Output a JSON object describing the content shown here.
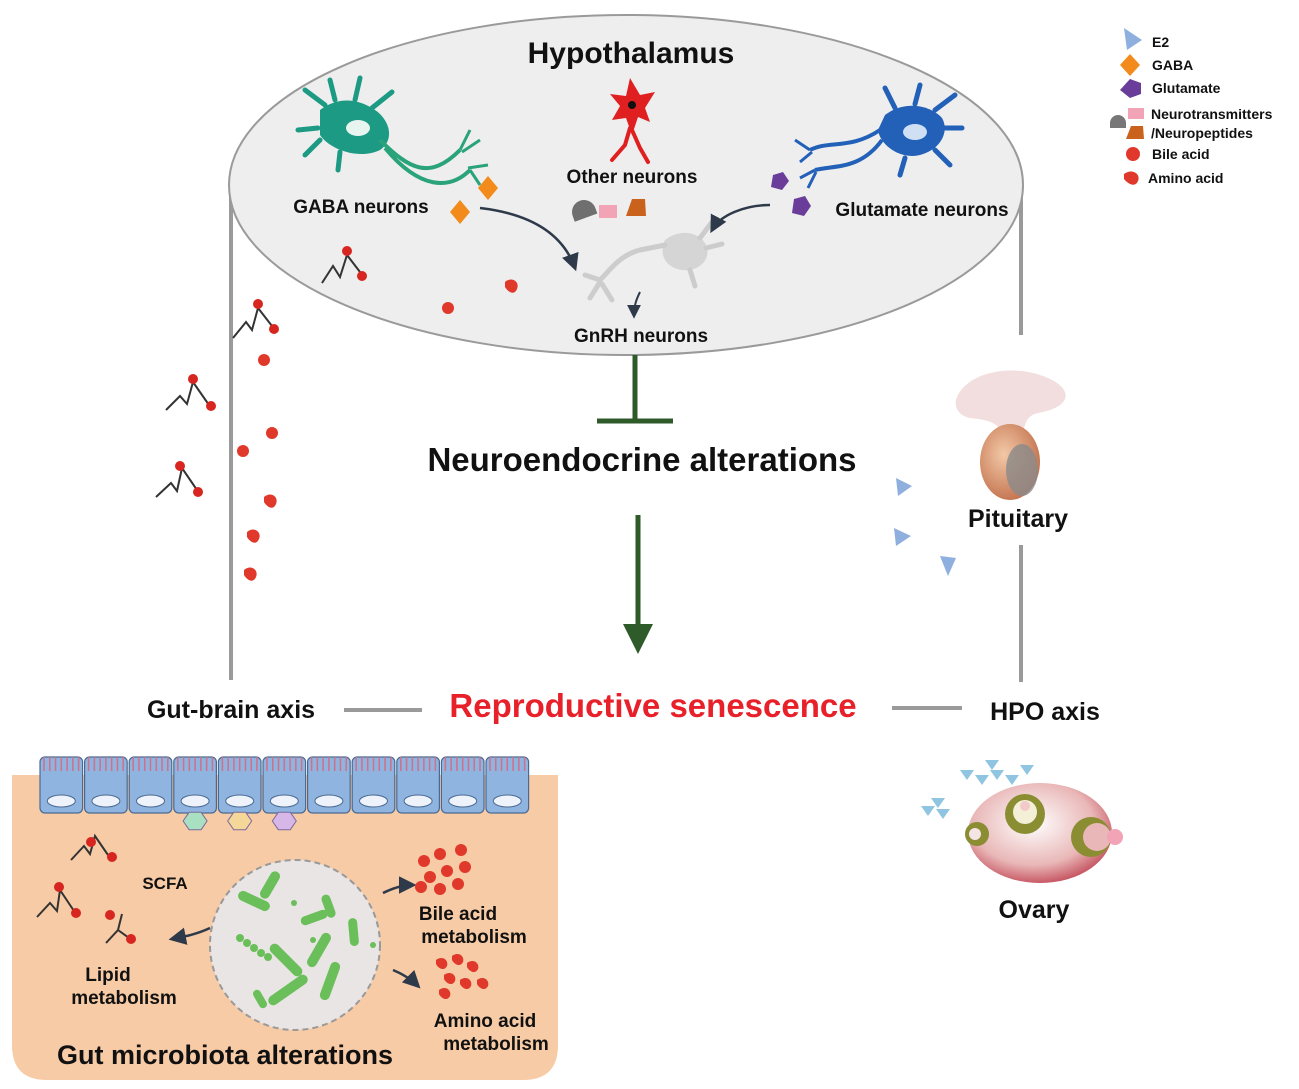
{
  "legend": {
    "items": [
      {
        "label": "E2",
        "icon": "triangle-icon",
        "color": "#8fb0df"
      },
      {
        "label": "GABA",
        "icon": "diamond-icon",
        "color": "#f28a1c"
      },
      {
        "label": "Glutamate",
        "icon": "pentagon-icon",
        "color": "#6a3d9a"
      },
      {
        "label": "Neurotransmitters",
        "icon": "semicircle-icon",
        "color": "#777777"
      },
      {
        "label": "/Neuropeptides",
        "icon": "trapezoid-icon",
        "color": "#c8621c"
      },
      {
        "label": "Bile acid",
        "icon": "dot-icon",
        "color": "#e0392b"
      },
      {
        "label": "Amino acid",
        "icon": "kidney-icon",
        "color": "#e0392b"
      }
    ]
  },
  "hypothalamus": {
    "title": "Hypothalamus",
    "gaba_label": "GABA neurons",
    "other_label": "Other neurons",
    "glutamate_label": "Glutamate neurons",
    "gnrh_label": "GnRH neurons"
  },
  "center": {
    "neuroendocrine": "Neuroendocrine alterations",
    "reproductive": "Reproductive senescence"
  },
  "axes": {
    "gut_brain": "Gut-brain axis",
    "hpo": "HPO axis"
  },
  "organs": {
    "pituitary": "Pituitary",
    "ovary": "Ovary"
  },
  "gut": {
    "title": "Gut microbiota alterations",
    "scfa": "SCFA",
    "lipid_1": "Lipid",
    "lipid_2": "metabolism",
    "bile_1": "Bile acid",
    "bile_2": "metabolism",
    "amino_1": "Amino acid",
    "amino_2": "metabolism"
  },
  "colors": {
    "ellipse_fill": "#eeeeee",
    "arrow_green": "#2f5a2a",
    "reproductive_red": "#e8202a",
    "gut_panel": "#f7cba5",
    "cell_blue": "#8fb4df",
    "microbe_green": "#6bbf5a"
  }
}
